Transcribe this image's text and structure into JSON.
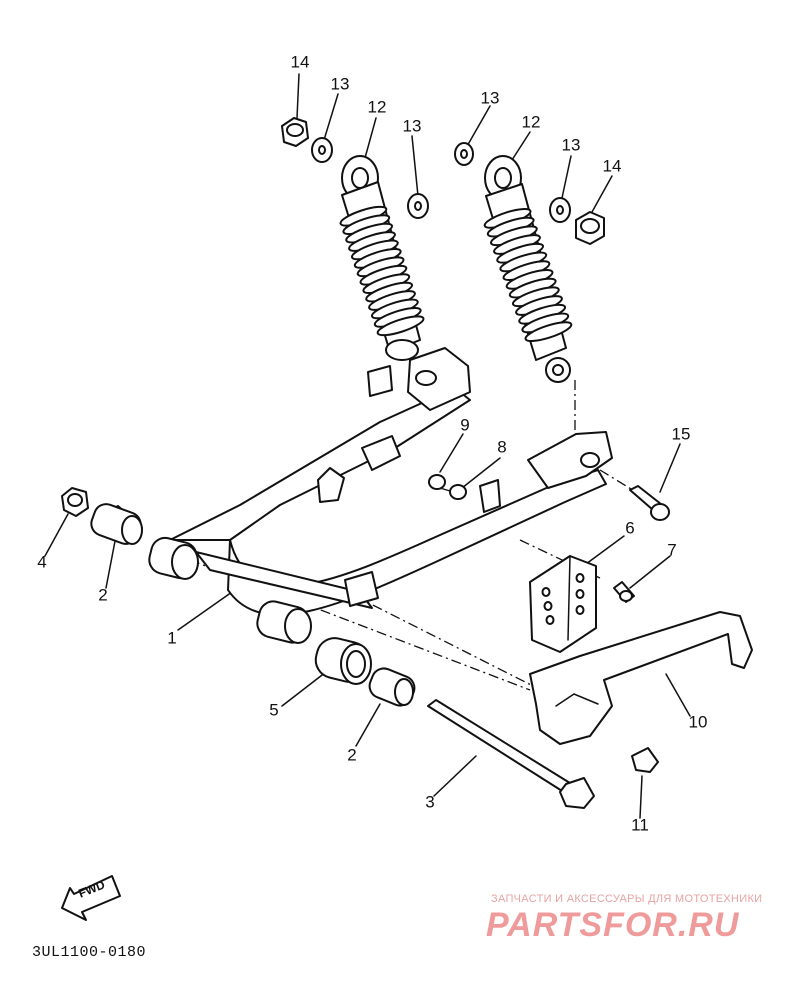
{
  "diagram": {
    "catalog_code": "3UL1100-0180",
    "direction_arrow": "FWD",
    "callouts": [
      {
        "id": "c14a",
        "text": "14"
      },
      {
        "id": "c13a",
        "text": "13"
      },
      {
        "id": "c12a",
        "text": "12"
      },
      {
        "id": "c13b",
        "text": "13"
      },
      {
        "id": "c13c",
        "text": "13"
      },
      {
        "id": "c12b",
        "text": "12"
      },
      {
        "id": "c13d",
        "text": "13"
      },
      {
        "id": "c14b",
        "text": "14"
      },
      {
        "id": "c9",
        "text": "9"
      },
      {
        "id": "c8",
        "text": "8"
      },
      {
        "id": "c15",
        "text": "15"
      },
      {
        "id": "c4",
        "text": "4"
      },
      {
        "id": "c2a",
        "text": "2"
      },
      {
        "id": "c6",
        "text": "6"
      },
      {
        "id": "c7",
        "text": "7"
      },
      {
        "id": "c1",
        "text": "1"
      },
      {
        "id": "c5",
        "text": "5"
      },
      {
        "id": "c10",
        "text": "10"
      },
      {
        "id": "c2b",
        "text": "2"
      },
      {
        "id": "c3",
        "text": "3"
      },
      {
        "id": "c11",
        "text": "11"
      }
    ]
  },
  "watermark": {
    "tagline": "ЗАПЧАСТИ И АКСЕССУАРЫ ДЛЯ МОТОТЕХНИКИ",
    "brand": "PARTSFOR.RU"
  }
}
